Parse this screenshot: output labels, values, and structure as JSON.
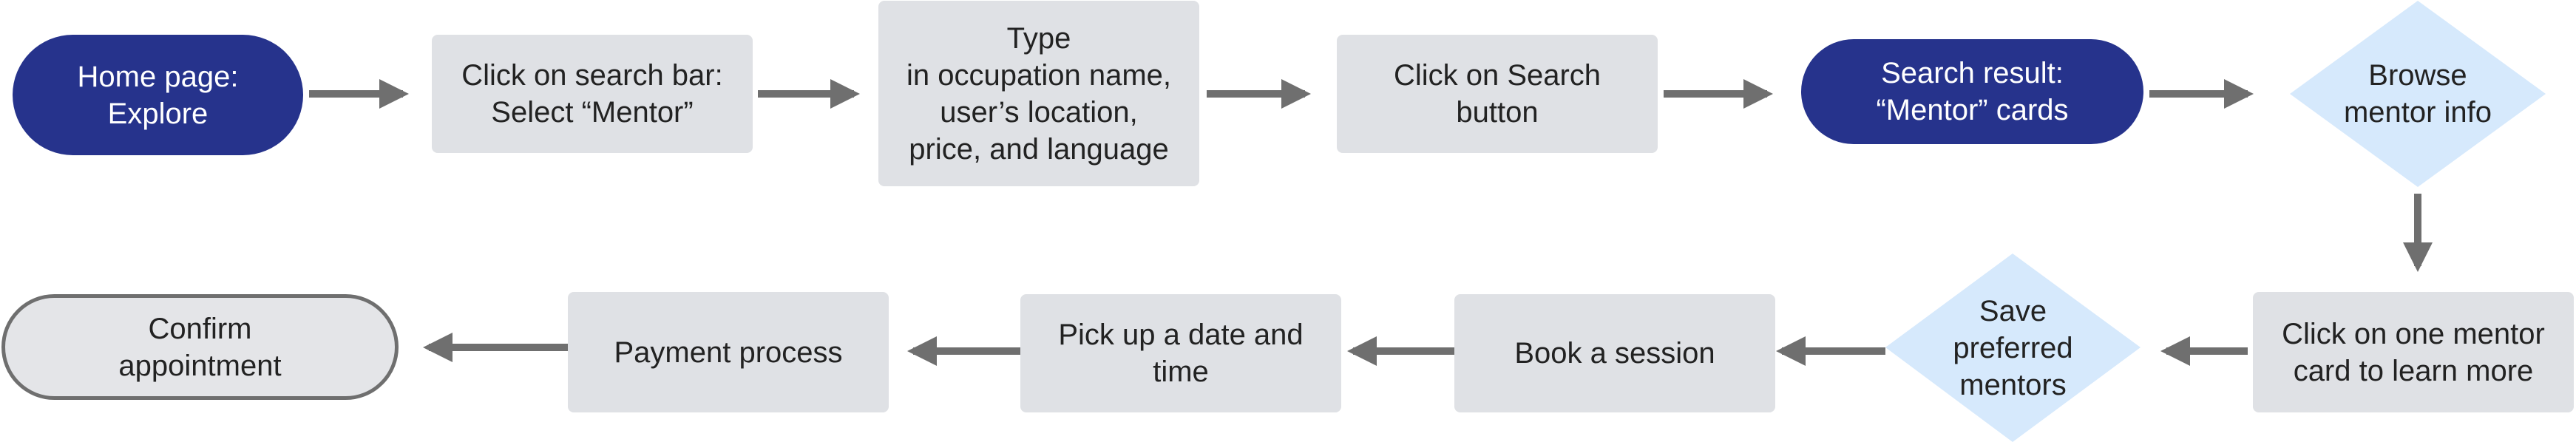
{
  "colors": {
    "terminal_dark": "#26338c",
    "process_fill": "#dfe1e5",
    "decision_fill": "#d6e9fc",
    "arrow": "#6f6f6f"
  },
  "nodes": {
    "home": "Home page:\nExplore",
    "search_bar": "Click on search bar:\nSelect “Mentor”",
    "type_fields": "Type\nin occupation name,\nuser’s location,\nprice, and language",
    "search_button": "Click on Search\nbutton",
    "search_result": "Search result:\n“Mentor” cards",
    "browse": "Browse\nmentor info",
    "click_card": "Click on one mentor\ncard to learn more",
    "save_mentors": "Save\npreferred\nmentors",
    "book": "Book a session",
    "pick_date": "Pick up a date and\ntime",
    "payment": "Payment process",
    "confirm": "Confirm\nappointment"
  }
}
